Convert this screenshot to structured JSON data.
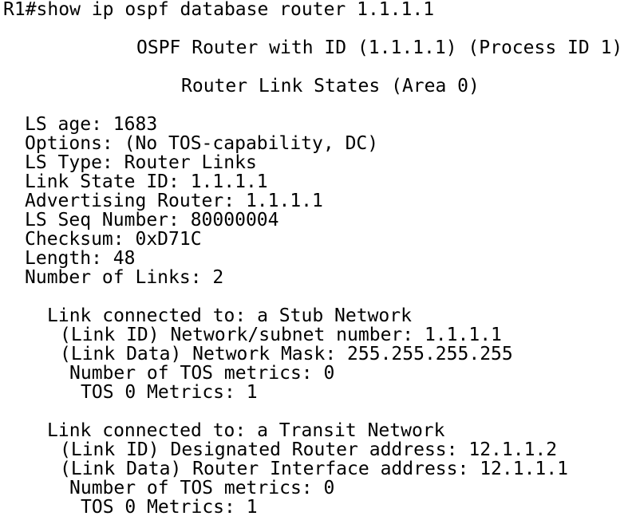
{
  "terminal": {
    "prompt_command": "R1#show ip ospf database router 1.1.1.1",
    "header": {
      "router_process": "OSPF Router with ID (1.1.1.1) (Process ID 1)",
      "area_title": "Router Link States (Area 0)"
    },
    "lsa": {
      "ls_age": "LS age: 1683",
      "options": "Options: (No TOS-capability, DC)",
      "ls_type": "LS Type: Router Links",
      "link_state_id": "Link State ID: 1.1.1.1",
      "advertising_router": "Advertising Router: 1.1.1.1",
      "ls_seq_number": "LS Seq Number: 80000004",
      "checksum": "Checksum: 0xD71C",
      "length": "Length: 48",
      "number_of_links": "Number of Links: 2"
    },
    "links": [
      {
        "connected_to": "Link connected to: a Stub Network",
        "link_id": "(Link ID) Network/subnet number: 1.1.1.1",
        "link_data": "(Link Data) Network Mask: 255.255.255.255",
        "tos_count": "Number of TOS metrics: 0",
        "tos0_metrics": "TOS 0 Metrics: 1"
      },
      {
        "connected_to": "Link connected to: a Transit Network",
        "link_id": "(Link ID) Designated Router address: 12.1.1.2",
        "link_data": "(Link Data) Router Interface address: 12.1.1.1",
        "tos_count": "Number of TOS metrics: 0",
        "tos0_metrics": "TOS 0 Metrics: 1"
      }
    ]
  }
}
